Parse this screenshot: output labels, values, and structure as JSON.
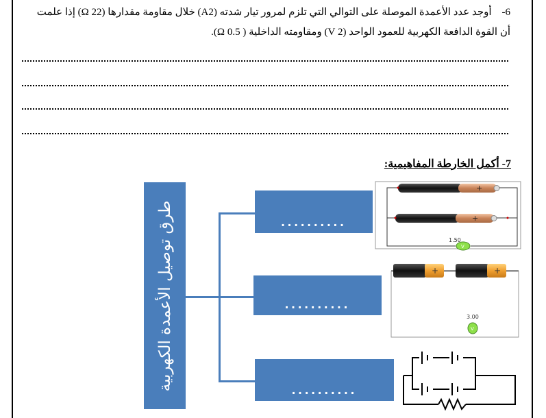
{
  "question6": {
    "number": "6-",
    "line1": "أوجد عدد الأعمدة الموصلة على التوالي التي تلزم لمرور تيار شدته (A2) خلال مقاومة مقدارها (22 Ω) إذا علمت",
    "line2": "أن القوة الدافعة الكهربية للعمود الواحد (2 V) ومقاومته الداخلية ( 0.5 Ω)."
  },
  "question7": {
    "title": "7- أكمل الخارطة المفاهيمية:"
  },
  "concept_map": {
    "main_label": "طرق توصيل الأعمدة الكهربية",
    "blanks": [
      "..........",
      "..........",
      ".........."
    ]
  },
  "diagrams": {
    "parallel_voltmeter": "1.50",
    "series_voltmeter": "3.00",
    "meter_symbol": "V",
    "plus_sign": "+",
    "minus_sign": "-"
  },
  "colors": {
    "box_blue": "#4a7ebb",
    "battery_copper": "#d2946a",
    "battery_gold": "#f0a030",
    "voltmeter_green": "#8ee04a"
  }
}
